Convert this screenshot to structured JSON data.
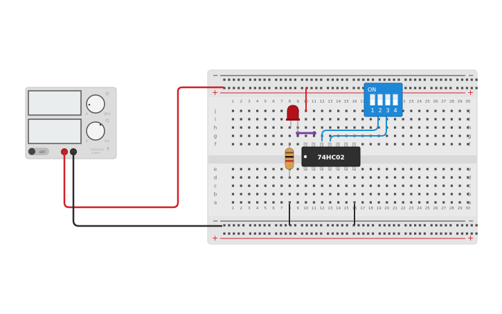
{
  "power_supply": {
    "switch_label": "OFF",
    "knob_top_labels": [
      "0",
      "30 V"
    ],
    "knob_bottom_labels": [
      "0",
      "5 A"
    ],
    "brand_text": "TINKERCAD\nSUPPLY"
  },
  "breadboard": {
    "column_numbers": [
      "1",
      "2",
      "3",
      "4",
      "5",
      "6",
      "7",
      "8",
      "9",
      "10",
      "11",
      "12",
      "13",
      "14",
      "15",
      "16",
      "17",
      "18",
      "19",
      "20",
      "21",
      "22",
      "23",
      "24",
      "25",
      "26",
      "27",
      "28",
      "29",
      "30"
    ],
    "rows_top": [
      "j",
      "i",
      "h",
      "g",
      "f"
    ],
    "rows_bottom": [
      "e",
      "d",
      "c",
      "b",
      "a"
    ],
    "rail_minus": "−",
    "rail_plus": "+"
  },
  "ic": {
    "label": "74HC02"
  },
  "dip_switch": {
    "on_label": "ON",
    "positions": [
      "1",
      "2",
      "3",
      "4"
    ]
  },
  "colors": {
    "wire_red": "#d21f26",
    "wire_black": "#2b2b2b",
    "wire_blue": "#1b8fd1",
    "wire_purple": "#7a3fa0",
    "dip_body": "#1e88d8",
    "led_red": "#b3121b",
    "ic_body": "#2f2f2f"
  }
}
